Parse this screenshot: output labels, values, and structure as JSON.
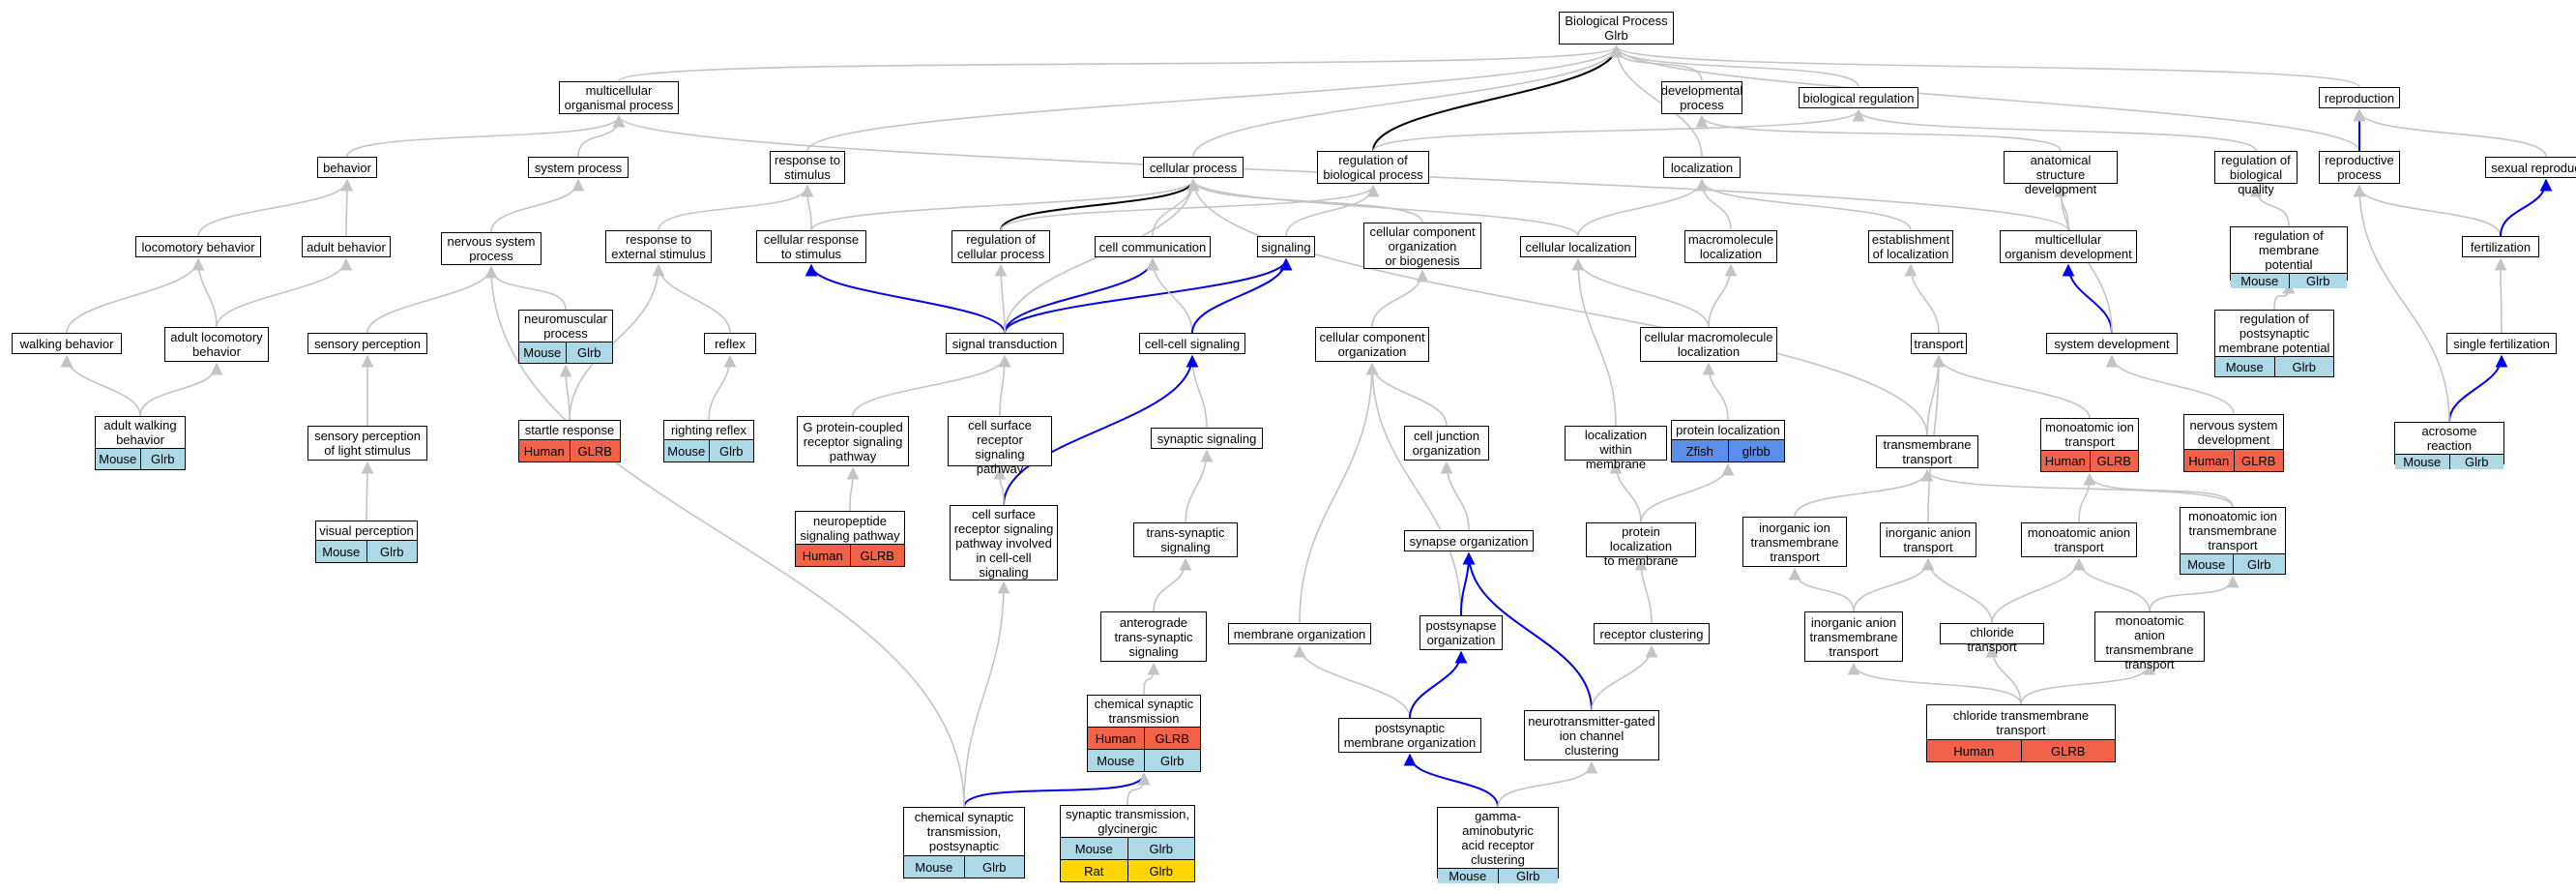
{
  "colors": {
    "Mouse": "#add8e6",
    "Human": "#f26248",
    "Zfish": "#5b8ee8",
    "Rat": "#ffd500",
    "edge_is_a": "#c4c4c4",
    "edge_part_of": "#0000ee",
    "edge_regulates": "#000000"
  },
  "nodes": [
    {
      "id": "bp",
      "label": "Biological Process\nGlrb"
    },
    {
      "id": "mop",
      "label": "multicellular\norganismal process"
    },
    {
      "id": "devp",
      "label": "developmental\nprocess"
    },
    {
      "id": "breg",
      "label": "biological regulation"
    },
    {
      "id": "repro",
      "label": "reproduction"
    },
    {
      "id": "behavior",
      "label": "behavior"
    },
    {
      "id": "sysproc",
      "label": "system process"
    },
    {
      "id": "rstim",
      "label": "response to\nstimulus"
    },
    {
      "id": "cellproc",
      "label": "cellular process"
    },
    {
      "id": "regbp",
      "label": "regulation of\nbiological process"
    },
    {
      "id": "loc",
      "label": "localization"
    },
    {
      "id": "asd",
      "label": "anatomical structure\ndevelopment"
    },
    {
      "id": "regbq",
      "label": "regulation of\nbiological quality"
    },
    {
      "id": "reprop",
      "label": "reproductive\nprocess"
    },
    {
      "id": "sexrep",
      "label": "sexual reproduction"
    },
    {
      "id": "locob",
      "label": "locomotory behavior"
    },
    {
      "id": "adultb",
      "label": "adult behavior"
    },
    {
      "id": "nsp",
      "label": "nervous system\nprocess"
    },
    {
      "id": "rext",
      "label": "response to\nexternal stimulus"
    },
    {
      "id": "crstim",
      "label": "cellular response\nto stimulus"
    },
    {
      "id": "regcp",
      "label": "regulation of\ncellular process"
    },
    {
      "id": "cellcomm",
      "label": "cell communication"
    },
    {
      "id": "signaling",
      "label": "signaling"
    },
    {
      "id": "ccob",
      "label": "cellular component\norganization\nor biogenesis"
    },
    {
      "id": "cellloc",
      "label": "cellular localization"
    },
    {
      "id": "macroloc",
      "label": "macromolecule\nlocalization"
    },
    {
      "id": "estloc",
      "label": "establishment\nof localization"
    },
    {
      "id": "mcod",
      "label": "multicellular\norganism development"
    },
    {
      "id": "regmp",
      "label": "regulation of\nmembrane potential",
      "badges": [
        [
          "Mouse",
          "Glrb"
        ]
      ]
    },
    {
      "id": "fert",
      "label": "fertilization"
    },
    {
      "id": "walkb",
      "label": "walking behavior"
    },
    {
      "id": "adultlocob",
      "label": "adult locomotory\nbehavior"
    },
    {
      "id": "sensperc",
      "label": "sensory perception"
    },
    {
      "id": "nmp",
      "label": "neuromuscular\nprocess",
      "badges": [
        [
          "Mouse",
          "Glrb"
        ]
      ]
    },
    {
      "id": "reflex",
      "label": "reflex"
    },
    {
      "id": "sigtrans",
      "label": "signal transduction"
    },
    {
      "id": "ccsig",
      "label": "cell-cell signaling"
    },
    {
      "id": "cco",
      "label": "cellular component\norganization"
    },
    {
      "id": "cmacroloc",
      "label": "cellular macromolecule\nlocalization"
    },
    {
      "id": "transport",
      "label": "transport"
    },
    {
      "id": "sysdev",
      "label": "system development"
    },
    {
      "id": "regpsmp",
      "label": "regulation of\npostsynaptic\nmembrane potential",
      "badges": [
        [
          "Mouse",
          "Glrb"
        ]
      ]
    },
    {
      "id": "singlefert",
      "label": "single fertilization"
    },
    {
      "id": "adultwalkb",
      "label": "adult walking\nbehavior",
      "badges": [
        [
          "Mouse",
          "Glrb"
        ]
      ]
    },
    {
      "id": "spls",
      "label": "sensory perception\nof light stimulus"
    },
    {
      "id": "startle",
      "label": "startle response",
      "badges": [
        [
          "Human",
          "GLRB"
        ]
      ]
    },
    {
      "id": "rightref",
      "label": "righting reflex",
      "badges": [
        [
          "Mouse",
          "Glrb"
        ]
      ]
    },
    {
      "id": "gpcr",
      "label": "G protein-coupled\nreceptor signaling\npathway"
    },
    {
      "id": "csrsp",
      "label": "cell surface\nreceptor signaling\npathway"
    },
    {
      "id": "synsig",
      "label": "synaptic signaling"
    },
    {
      "id": "cjo",
      "label": "cell junction\norganization"
    },
    {
      "id": "locwm",
      "label": "localization\nwithin membrane"
    },
    {
      "id": "protloc",
      "label": "protein localization",
      "badges": [
        [
          "Zfish",
          "glrbb"
        ]
      ]
    },
    {
      "id": "tmtrans",
      "label": "transmembrane\ntransport"
    },
    {
      "id": "moit",
      "label": "monoatomic ion\ntransport",
      "badges": [
        [
          "Human",
          "GLRB"
        ]
      ]
    },
    {
      "id": "nsdev",
      "label": "nervous system\ndevelopment",
      "badges": [
        [
          "Human",
          "GLRB"
        ]
      ]
    },
    {
      "id": "acrosome",
      "label": "acrosome reaction",
      "badges": [
        [
          "Mouse",
          "Glrb"
        ]
      ]
    },
    {
      "id": "vispec",
      "label": "visual perception",
      "badges": [
        [
          "Mouse",
          "Glrb"
        ]
      ]
    },
    {
      "id": "neuropep",
      "label": "neuropeptide\nsignaling pathway",
      "badges": [
        [
          "Human",
          "GLRB"
        ]
      ]
    },
    {
      "id": "csrspcc",
      "label": "cell surface\nreceptor signaling\npathway involved\nin cell-cell\nsignaling"
    },
    {
      "id": "transsyn",
      "label": "trans-synaptic\nsignaling"
    },
    {
      "id": "synorg",
      "label": "synapse organization"
    },
    {
      "id": "protlocmem",
      "label": "protein localization\nto membrane"
    },
    {
      "id": "iitmt",
      "label": "inorganic ion\ntransmembrane\ntransport"
    },
    {
      "id": "iat",
      "label": "inorganic anion\ntransport"
    },
    {
      "id": "mat",
      "label": "monoatomic anion\ntransport"
    },
    {
      "id": "moitmt",
      "label": "monoatomic ion\ntransmembrane\ntransport",
      "badges": [
        [
          "Mouse",
          "Glrb"
        ]
      ]
    },
    {
      "id": "antero",
      "label": "anterograde\ntrans-synaptic\nsignaling"
    },
    {
      "id": "memorg",
      "label": "membrane organization"
    },
    {
      "id": "psorg",
      "label": "postsynapse\norganization"
    },
    {
      "id": "recclust",
      "label": "receptor clustering"
    },
    {
      "id": "iatmt",
      "label": "inorganic anion\ntransmembrane\ntransport"
    },
    {
      "id": "cltrans",
      "label": "chloride transport"
    },
    {
      "id": "matmt",
      "label": "monoatomic anion\ntransmembrane\ntransport"
    },
    {
      "id": "chemsyn",
      "label": "chemical synaptic\ntransmission",
      "badges": [
        [
          "Human",
          "GLRB"
        ],
        [
          "Mouse",
          "Glrb"
        ]
      ]
    },
    {
      "id": "psmo",
      "label": "postsynaptic\nmembrane organization"
    },
    {
      "id": "ntgic",
      "label": "neurotransmitter-gated\nion channel\nclustering"
    },
    {
      "id": "cltmt",
      "label": "chloride transmembrane\ntransport",
      "badges": [
        [
          "Human",
          "GLRB"
        ]
      ]
    },
    {
      "id": "cstp",
      "label": "chemical synaptic\ntransmission,\npostsynaptic",
      "badges": [
        [
          "Mouse",
          "Glrb"
        ]
      ]
    },
    {
      "id": "stg",
      "label": "synaptic transmission,\nglycinergic",
      "badges": [
        [
          "Mouse",
          "Glrb"
        ],
        [
          "Rat",
          "Glrb"
        ]
      ]
    },
    {
      "id": "gabarc",
      "label": "gamma-aminobutyric\nacid receptor\nclustering",
      "badges": [
        [
          "Mouse",
          "Glrb"
        ]
      ]
    }
  ],
  "edges": [
    [
      "mop",
      "bp",
      "is_a"
    ],
    [
      "devp",
      "bp",
      "is_a"
    ],
    [
      "breg",
      "bp",
      "is_a"
    ],
    [
      "repro",
      "bp",
      "is_a"
    ],
    [
      "rstim",
      "bp",
      "is_a"
    ],
    [
      "cellproc",
      "bp",
      "is_a"
    ],
    [
      "regbp",
      "bp",
      "regulates"
    ],
    [
      "loc",
      "bp",
      "is_a"
    ],
    [
      "reprop",
      "bp",
      "is_a"
    ],
    [
      "behavior",
      "mop",
      "is_a"
    ],
    [
      "sysproc",
      "mop",
      "is_a"
    ],
    [
      "mcod",
      "mop",
      "is_a"
    ],
    [
      "regbp",
      "breg",
      "is_a"
    ],
    [
      "asd",
      "devp",
      "is_a"
    ],
    [
      "regbq",
      "breg",
      "is_a"
    ],
    [
      "reprop",
      "repro",
      "part_of"
    ],
    [
      "sexrep",
      "repro",
      "is_a"
    ],
    [
      "locob",
      "behavior",
      "is_a"
    ],
    [
      "adultb",
      "behavior",
      "is_a"
    ],
    [
      "nsp",
      "sysproc",
      "is_a"
    ],
    [
      "rext",
      "rstim",
      "is_a"
    ],
    [
      "crstim",
      "rstim",
      "is_a"
    ],
    [
      "crstim",
      "cellproc",
      "is_a"
    ],
    [
      "regcp",
      "cellproc",
      "regulates"
    ],
    [
      "regcp",
      "regbp",
      "is_a"
    ],
    [
      "cellcomm",
      "cellproc",
      "is_a"
    ],
    [
      "signaling",
      "regbp",
      "is_a"
    ],
    [
      "ccob",
      "cellproc",
      "is_a"
    ],
    [
      "cellloc",
      "cellproc",
      "is_a"
    ],
    [
      "cellloc",
      "loc",
      "is_a"
    ],
    [
      "macroloc",
      "loc",
      "is_a"
    ],
    [
      "estloc",
      "loc",
      "is_a"
    ],
    [
      "mcod",
      "asd",
      "is_a"
    ],
    [
      "regmp",
      "regbq",
      "is_a"
    ],
    [
      "fert",
      "reprop",
      "is_a"
    ],
    [
      "fert",
      "sexrep",
      "part_of"
    ],
    [
      "walkb",
      "locob",
      "is_a"
    ],
    [
      "adultlocob",
      "locob",
      "is_a"
    ],
    [
      "adultlocob",
      "adultb",
      "is_a"
    ],
    [
      "sensperc",
      "nsp",
      "is_a"
    ],
    [
      "nmp",
      "nsp",
      "is_a"
    ],
    [
      "reflex",
      "rext",
      "is_a"
    ],
    [
      "sigtrans",
      "crstim",
      "part_of"
    ],
    [
      "sigtrans",
      "regcp",
      "is_a"
    ],
    [
      "sigtrans",
      "cellcomm",
      "part_of"
    ],
    [
      "sigtrans",
      "signaling",
      "part_of"
    ],
    [
      "sigtrans",
      "cellproc",
      "is_a"
    ],
    [
      "ccsig",
      "cellcomm",
      "is_a"
    ],
    [
      "ccsig",
      "signaling",
      "part_of"
    ],
    [
      "cco",
      "ccob",
      "is_a"
    ],
    [
      "cmacroloc",
      "cellloc",
      "is_a"
    ],
    [
      "cmacroloc",
      "macroloc",
      "is_a"
    ],
    [
      "transport",
      "estloc",
      "is_a"
    ],
    [
      "sysdev",
      "mcod",
      "part_of"
    ],
    [
      "sysdev",
      "asd",
      "is_a"
    ],
    [
      "regpsmp",
      "regmp",
      "is_a"
    ],
    [
      "singlefert",
      "fert",
      "is_a"
    ],
    [
      "adultwalkb",
      "walkb",
      "is_a"
    ],
    [
      "adultwalkb",
      "adultlocob",
      "is_a"
    ],
    [
      "spls",
      "sensperc",
      "is_a"
    ],
    [
      "startle",
      "rext",
      "is_a"
    ],
    [
      "startle",
      "nmp",
      "is_a"
    ],
    [
      "rightref",
      "reflex",
      "is_a"
    ],
    [
      "gpcr",
      "sigtrans",
      "is_a"
    ],
    [
      "csrsp",
      "sigtrans",
      "is_a"
    ],
    [
      "synsig",
      "ccsig",
      "is_a"
    ],
    [
      "cjo",
      "cco",
      "is_a"
    ],
    [
      "locwm",
      "cellloc",
      "is_a"
    ],
    [
      "protloc",
      "cmacroloc",
      "is_a"
    ],
    [
      "tmtrans",
      "transport",
      "is_a"
    ],
    [
      "tmtrans",
      "cellproc",
      "is_a"
    ],
    [
      "moit",
      "transport",
      "is_a"
    ],
    [
      "nsdev",
      "sysdev",
      "is_a"
    ],
    [
      "acrosome",
      "singlefert",
      "part_of"
    ],
    [
      "acrosome",
      "reprop",
      "is_a"
    ],
    [
      "vispec",
      "spls",
      "is_a"
    ],
    [
      "neuropep",
      "gpcr",
      "is_a"
    ],
    [
      "csrspcc",
      "ccsig",
      "part_of"
    ],
    [
      "csrspcc",
      "csrsp",
      "is_a"
    ],
    [
      "transsyn",
      "synsig",
      "is_a"
    ],
    [
      "synorg",
      "cjo",
      "is_a"
    ],
    [
      "protlocmem",
      "locwm",
      "is_a"
    ],
    [
      "protlocmem",
      "protloc",
      "is_a"
    ],
    [
      "iitmt",
      "tmtrans",
      "is_a"
    ],
    [
      "iat",
      "transport",
      "is_a"
    ],
    [
      "mat",
      "moit",
      "is_a"
    ],
    [
      "moitmt",
      "tmtrans",
      "is_a"
    ],
    [
      "moitmt",
      "moit",
      "is_a"
    ],
    [
      "antero",
      "transsyn",
      "is_a"
    ],
    [
      "memorg",
      "cco",
      "is_a"
    ],
    [
      "psorg",
      "cco",
      "is_a"
    ],
    [
      "psorg",
      "synorg",
      "part_of"
    ],
    [
      "recclust",
      "protlocmem",
      "is_a"
    ],
    [
      "iatmt",
      "iitmt",
      "is_a"
    ],
    [
      "iatmt",
      "iat",
      "is_a"
    ],
    [
      "cltrans",
      "iat",
      "is_a"
    ],
    [
      "cltrans",
      "mat",
      "is_a"
    ],
    [
      "matmt",
      "mat",
      "is_a"
    ],
    [
      "matmt",
      "moitmt",
      "is_a"
    ],
    [
      "chemsyn",
      "antero",
      "is_a"
    ],
    [
      "psmo",
      "memorg",
      "is_a"
    ],
    [
      "psmo",
      "psorg",
      "part_of"
    ],
    [
      "ntgic",
      "synorg",
      "part_of"
    ],
    [
      "ntgic",
      "recclust",
      "is_a"
    ],
    [
      "cltmt",
      "iatmt",
      "is_a"
    ],
    [
      "cltmt",
      "cltrans",
      "is_a"
    ],
    [
      "cltmt",
      "matmt",
      "is_a"
    ],
    [
      "cstp",
      "chemsyn",
      "part_of"
    ],
    [
      "cstp",
      "csrspcc",
      "is_a"
    ],
    [
      "cstp",
      "nsp",
      "is_a"
    ],
    [
      "stg",
      "chemsyn",
      "is_a"
    ],
    [
      "gabarc",
      "psmo",
      "part_of"
    ],
    [
      "gabarc",
      "ntgic",
      "is_a"
    ]
  ]
}
